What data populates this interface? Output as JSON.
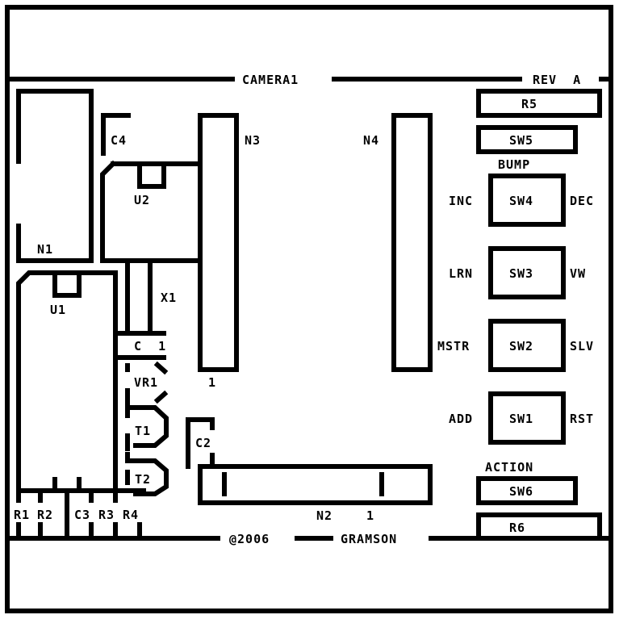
{
  "board": {
    "title": "CAMERA1",
    "revision": "REV  A",
    "copyright": "@2006",
    "author": "GRAMSON"
  },
  "components": {
    "n1": "N1",
    "n2": "N2",
    "n3": "N3",
    "n4": "N4",
    "u1": "U1",
    "u2": "U2",
    "c4": "C4",
    "c2": "C2",
    "c1": "C  1",
    "x1": "X1",
    "vr1": "VR1",
    "t1": "T1",
    "t2": "T2",
    "r1": "R1",
    "r2": "R2",
    "c3": "C3",
    "r3": "R3",
    "r4": "R4",
    "r5": "R5",
    "r6": "R6",
    "sw1": "SW1",
    "sw2": "SW2",
    "sw3": "SW3",
    "sw4": "SW4",
    "sw5": "SW5",
    "sw6": "SW6",
    "pin1_n3": "1",
    "pin1_n2": "1"
  },
  "switch_labels": {
    "bump": "BUMP",
    "inc": "INC",
    "dec": "DEC",
    "lrn": "LRN",
    "vw": "VW",
    "mstr": "MSTR",
    "slv": "SLV",
    "add": "ADD",
    "rst": "RST",
    "action": "ACTION"
  }
}
